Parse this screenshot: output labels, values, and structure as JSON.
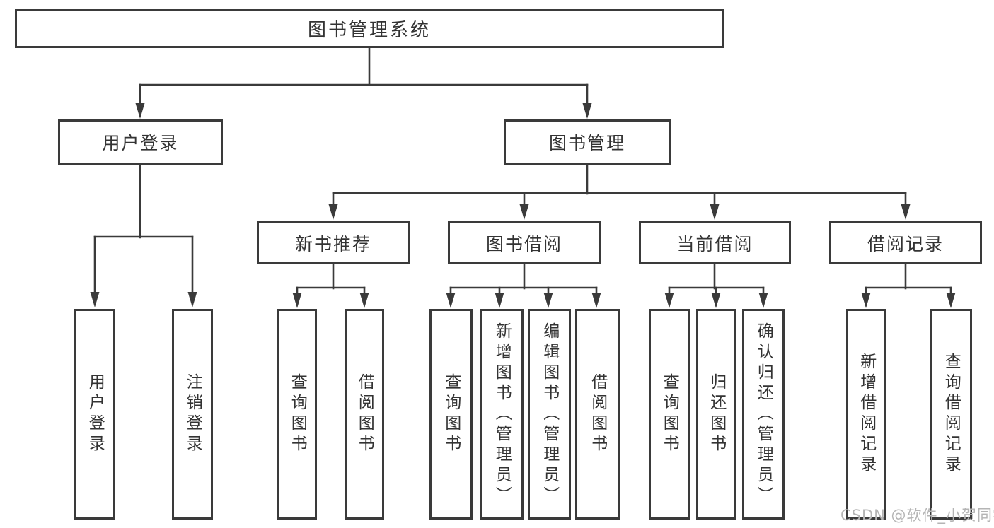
{
  "root": {
    "label": "图书管理系统"
  },
  "user_branch": {
    "label": "用户登录",
    "leaves": [
      {
        "label": "用户登录"
      },
      {
        "label": "注销登录"
      }
    ]
  },
  "mgmt_branch": {
    "label": "图书管理",
    "sections": [
      {
        "label": "新书推荐",
        "leaves": [
          {
            "label": "查询图书"
          },
          {
            "label": "借阅图书"
          }
        ]
      },
      {
        "label": "图书借阅",
        "leaves": [
          {
            "label": "查询图书"
          },
          {
            "label": "新增图书（管理员）"
          },
          {
            "label": "编辑图书（管理员）"
          },
          {
            "label": "借阅图书"
          }
        ]
      },
      {
        "label": "当前借阅",
        "leaves": [
          {
            "label": "查询图书"
          },
          {
            "label": "归还图书"
          },
          {
            "label": "确认归还（管理员）"
          }
        ]
      },
      {
        "label": "借阅记录",
        "leaves": [
          {
            "label": "新增借阅记录"
          },
          {
            "label": "查询借阅记录"
          }
        ]
      }
    ]
  },
  "watermark": "CSDN @软件_小贺同学",
  "colors": {
    "line": "#3a3a3a",
    "text": "#333333",
    "watermark": "#b5b5b5",
    "background": "#ffffff"
  }
}
